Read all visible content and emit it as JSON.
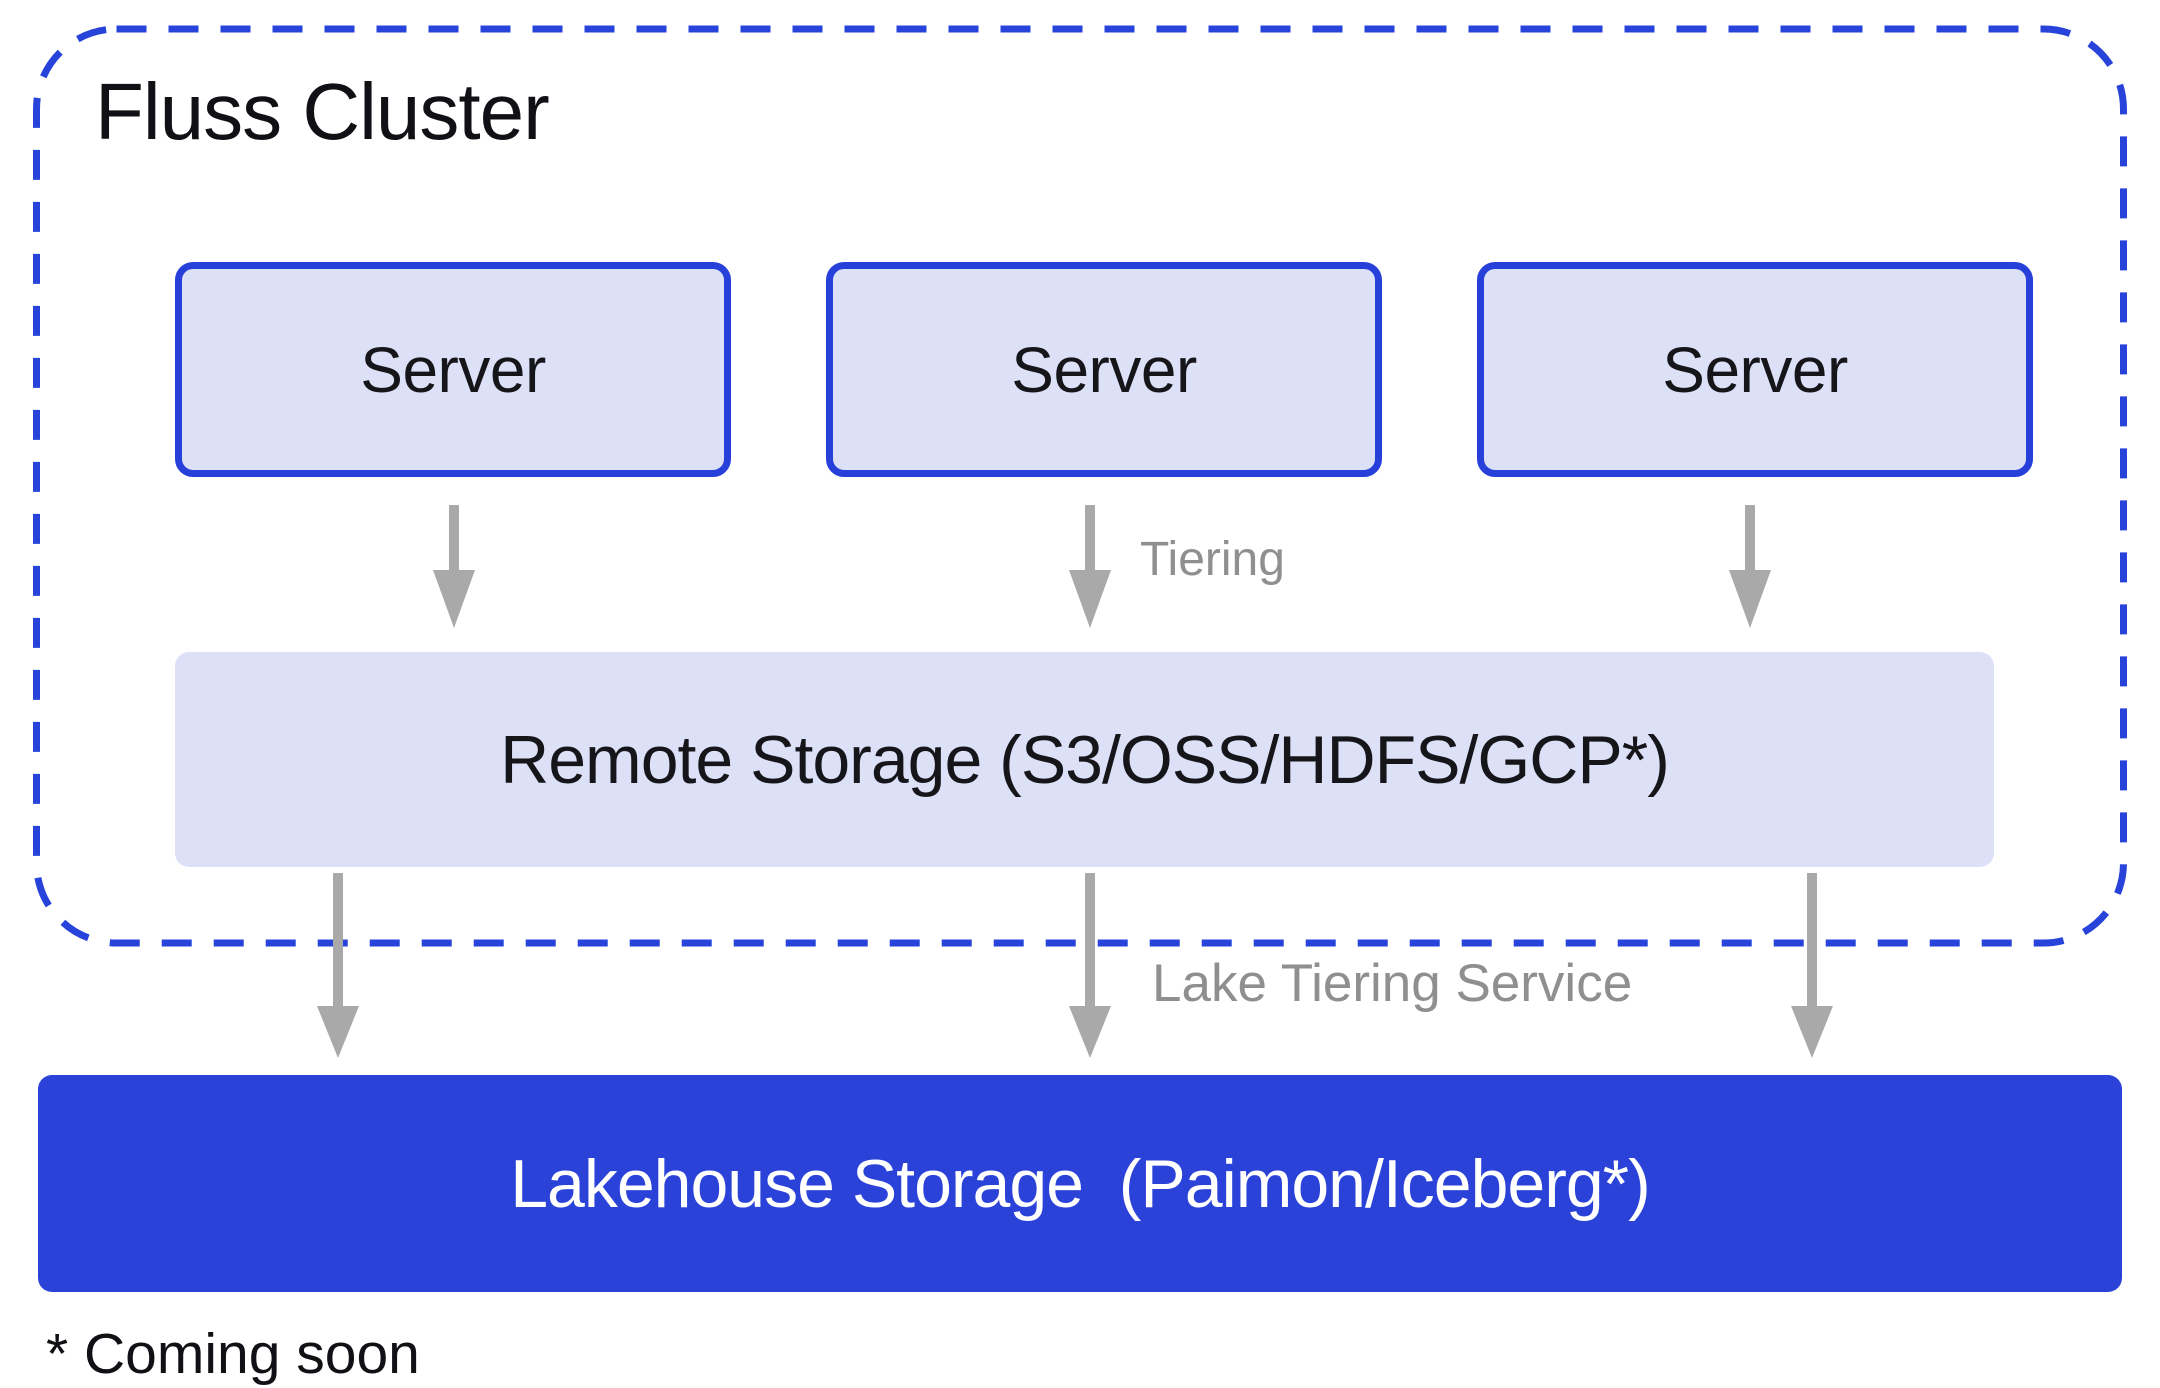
{
  "diagram": {
    "cluster": {
      "title": "Fluss Cluster",
      "servers": [
        {
          "label": "Server"
        },
        {
          "label": "Server"
        },
        {
          "label": "Server"
        }
      ],
      "remote_storage": {
        "label": "Remote Storage (S3/OSS/HDFS/GCP*)"
      }
    },
    "labels": {
      "tiering": "Tiering",
      "lake_tiering_service": "Lake Tiering Service"
    },
    "lakehouse_storage": {
      "label": "Lakehouse Storage  (Paimon/Iceberg*)"
    },
    "footnote": "* Coming soon"
  },
  "colors": {
    "accent_blue_border": "#2840da",
    "dashed_border_blue": "#2743d9",
    "lakehouse_fill_blue": "#2b42d8",
    "light_lavender_fill": "#dde1f8",
    "arrow_gray": "#a9a9a9",
    "label_gray": "#8f8f8f",
    "text_black": "#111115",
    "background": "#ffffff"
  }
}
